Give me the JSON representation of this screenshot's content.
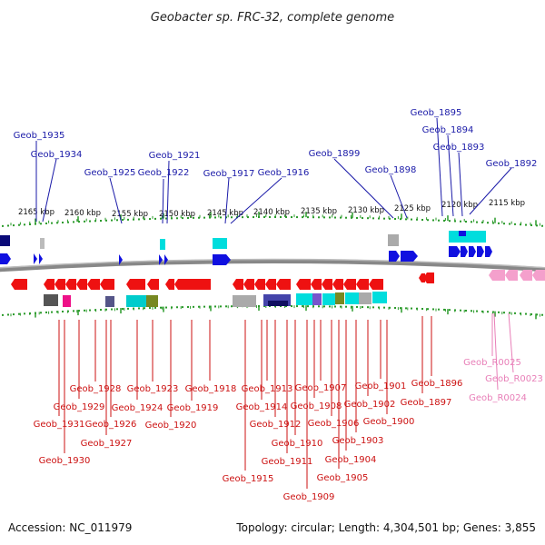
{
  "header": {
    "title": "Geobacter sp. FRC-32, complete genome"
  },
  "footer": {
    "accession": "Accession: NC_011979",
    "summary": "Topology: circular; Length: 4,304,501 bp; Genes: 3,855"
  },
  "colors": {
    "forward_gene": "#1010e0",
    "reverse_gene": "#ee1111",
    "rna_gene": "#f4a0cc",
    "forward_label": "#1a1aa8",
    "reverse_label": "#cc1111",
    "rna_label": "#e87fb8",
    "ruler": "#2a9a2a",
    "backbone": "#777777"
  },
  "ruler_ticks": [
    "2165 kbp",
    "2160 kbp",
    "2155 kbp",
    "2150 kbp",
    "2145 kbp",
    "2140 kbp",
    "2135 kbp",
    "2130 kbp",
    "2125 kbp",
    "2120 kbp",
    "2115 kbp"
  ],
  "top_labels": [
    "Geob_1935",
    "Geob_1934",
    "Geob_1925",
    "Geob_1921",
    "Geob_1922",
    "Geob_1917",
    "Geob_1916",
    "Geob_1899",
    "Geob_1898",
    "Geob_1895",
    "Geob_1894",
    "Geob_1893",
    "Geob_1892"
  ],
  "bottom_labels": [
    "Geob_1928",
    "Geob_1929",
    "Geob_1931",
    "Geob_1930",
    "Geob_1926",
    "Geob_1927",
    "Geob_1923",
    "Geob_1924",
    "Geob_1920",
    "Geob_1918",
    "Geob_1919",
    "Geob_1913",
    "Geob_1914",
    "Geob_1915",
    "Geob_1912",
    "Geob_1911",
    "Geob_1910",
    "Geob_1909",
    "Geob_1907",
    "Geob_1908",
    "Geob_1906",
    "Geob_1905",
    "Geob_1904",
    "Geob_1903",
    "Geob_1901",
    "Geob_1902",
    "Geob_1900",
    "Geob_1896",
    "Geob_1897"
  ],
  "rna_labels": [
    "Geob_R0025",
    "Geob_R0023",
    "Geob_R0024"
  ]
}
